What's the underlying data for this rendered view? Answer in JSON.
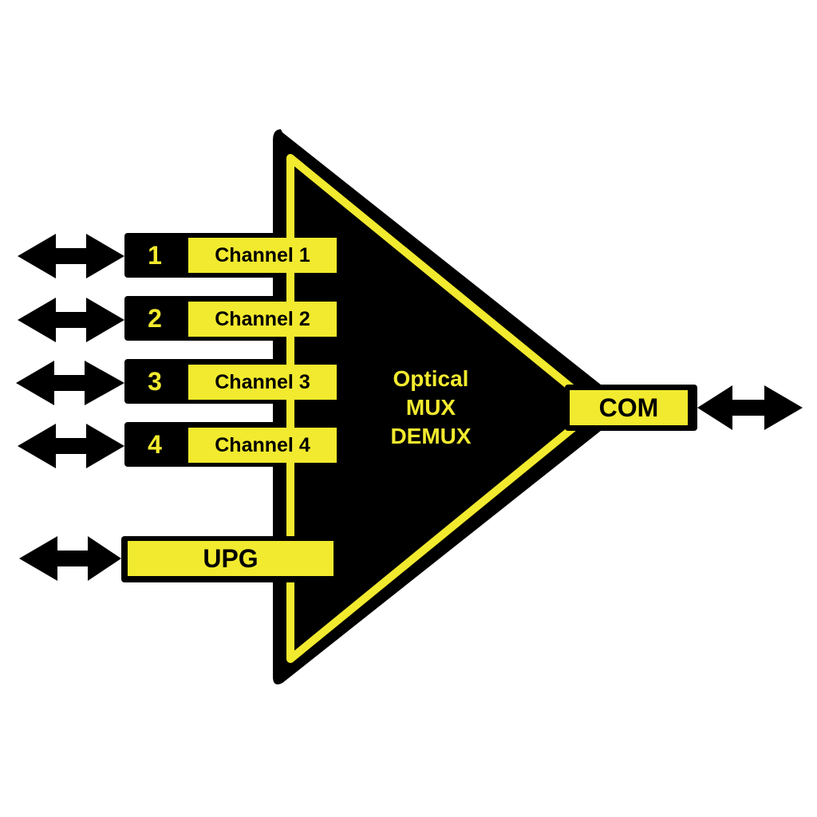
{
  "diagram": {
    "title": "Optical MUX DEMUX",
    "core": {
      "line1": "Optical",
      "line2": "MUX",
      "line3": "DEMUX"
    },
    "ports": [
      {
        "number": "1",
        "label": "Channel 1"
      },
      {
        "number": "2",
        "label": "Channel 2"
      },
      {
        "number": "3",
        "label": "Channel 3"
      },
      {
        "number": "4",
        "label": "Channel 4"
      }
    ],
    "upg": {
      "label": "UPG"
    },
    "com": {
      "label": "COM"
    },
    "colors": {
      "yellow": "#f2ea2e",
      "black": "#000000",
      "background": "#ffffff"
    }
  }
}
